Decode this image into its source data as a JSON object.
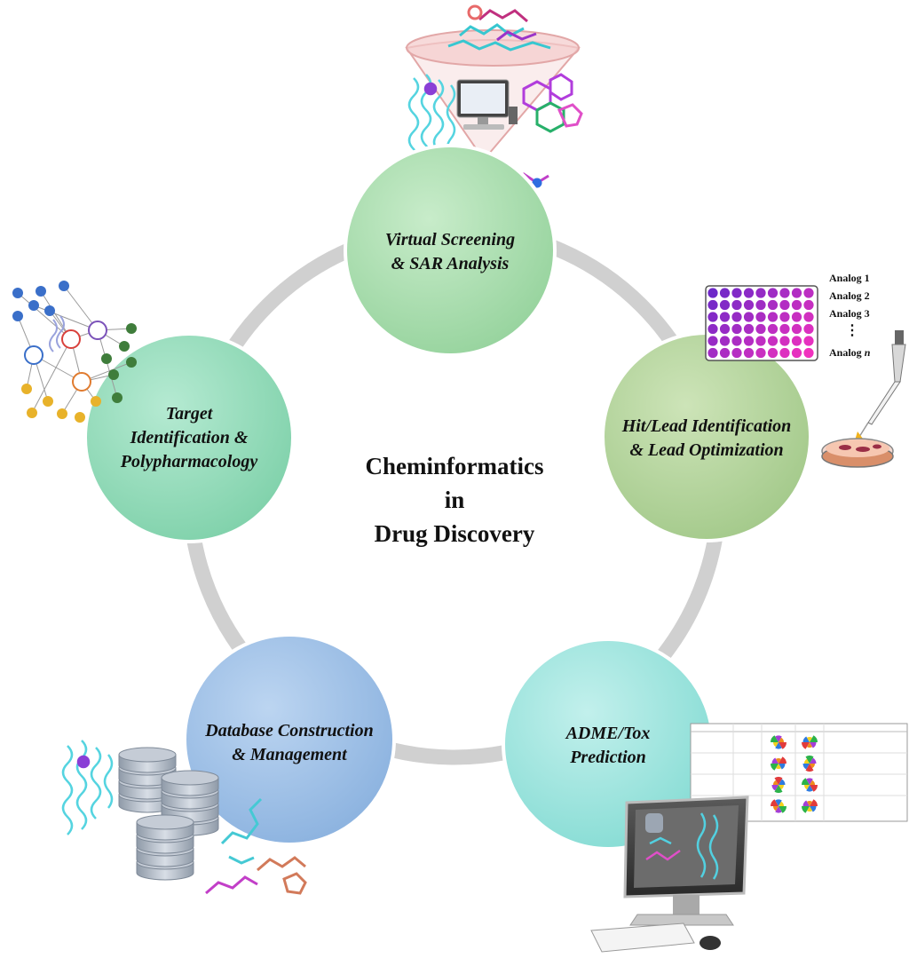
{
  "center_title": {
    "line1": "Cheminformatics",
    "line2": "in",
    "line3": "Drug Discovery"
  },
  "nodes": [
    {
      "id": "virtual-screening",
      "line1": "Virtual Screening",
      "line2": "& SAR Analysis",
      "color": "#a8dcae"
    },
    {
      "id": "hit-lead",
      "line1": "Hit/Lead Identification",
      "line2": "& Lead Optimization",
      "color": "#b3d49a"
    },
    {
      "id": "admet",
      "line1": "ADME/Tox",
      "line2": "Prediction",
      "color": "#9fe2dc"
    },
    {
      "id": "database",
      "line1": "Database Construction",
      "line2": "& Management",
      "color": "#9dbfe6"
    },
    {
      "id": "target",
      "line1": "Target",
      "line2": "Identification &",
      "line3": "Polypharmacology",
      "color": "#8fd9b6"
    }
  ],
  "analogs": {
    "a1": "Analog 1",
    "a2": "Analog 2",
    "a3": "Analog 3",
    "dots": "⋮",
    "an": "Analog"
  },
  "ring_color": "#d0d0d0"
}
